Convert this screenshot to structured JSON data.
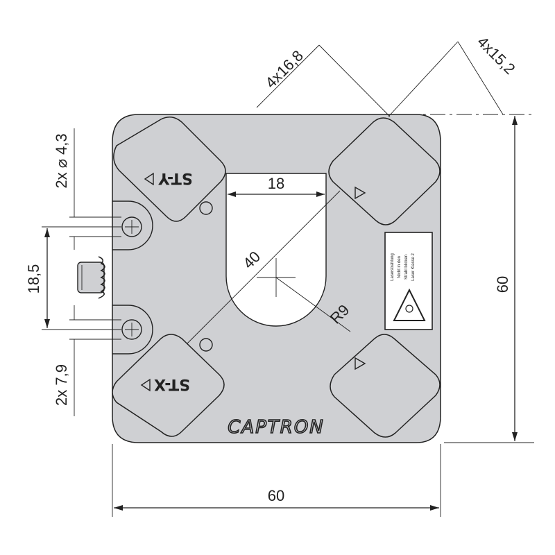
{
  "drawing": {
    "brand": "CAPTRON",
    "pads": {
      "top_left_label": "ST-Y",
      "bottom_left_label": "ST-X"
    },
    "dimensions": {
      "top_diag_1": "4x16,8",
      "top_diag_2": "4x15,2",
      "hole_dia": "2x ⌀ 4,3",
      "slot_width": "18",
      "pitch": "18,5",
      "diag": "40",
      "radius": "R9",
      "height": "60",
      "width": "60",
      "lower": "2x 7,9"
    },
    "laser_label": {
      "line1": "Laserstrahlung",
      "line2": "Nicht in den",
      "line3": "Strahl blicken",
      "line4": "Laser Klasse 2"
    },
    "colors": {
      "body_fill": "#cfd0d3",
      "pad_fill": "#cfd0d3",
      "line": "#222222"
    }
  }
}
